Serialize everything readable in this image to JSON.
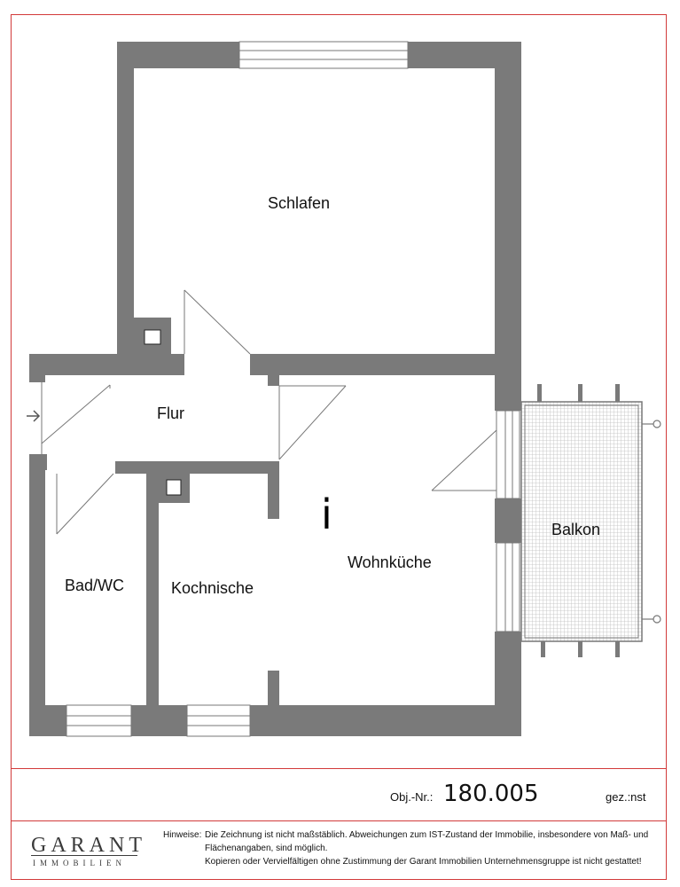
{
  "rooms": {
    "schlafen": "Schlafen",
    "flur": "Flur",
    "wohnkueche": "Wohnküche",
    "balkon": "Balkon",
    "bad": "Bad/WC",
    "kochnische": "Kochnische"
  },
  "marker": "i",
  "footer": {
    "obj_label": "Obj.-Nr.:",
    "obj_number": "180.005",
    "drawn_by": "gez.:nst",
    "logo_name": "GARANT",
    "logo_sub": "IMMOBILIEN",
    "notes_label": "Hinweise:",
    "note_line1": "Die Zeichnung ist nicht maßstäblich. Abweichungen zum IST-Zustand der Immobilie, insbesondere von Maß- und",
    "note_line2": "Flächenangaben, sind möglich.",
    "note_line3": "Kopieren oder Vervielfältigen ohne Zustimmung der Garant Immobilien Unternehmensgruppe ist nicht gestattet!"
  },
  "colors": {
    "wall": "#7a7a7a",
    "frame": "#d23a3a",
    "balcony_grid": "#c8c8c8"
  }
}
